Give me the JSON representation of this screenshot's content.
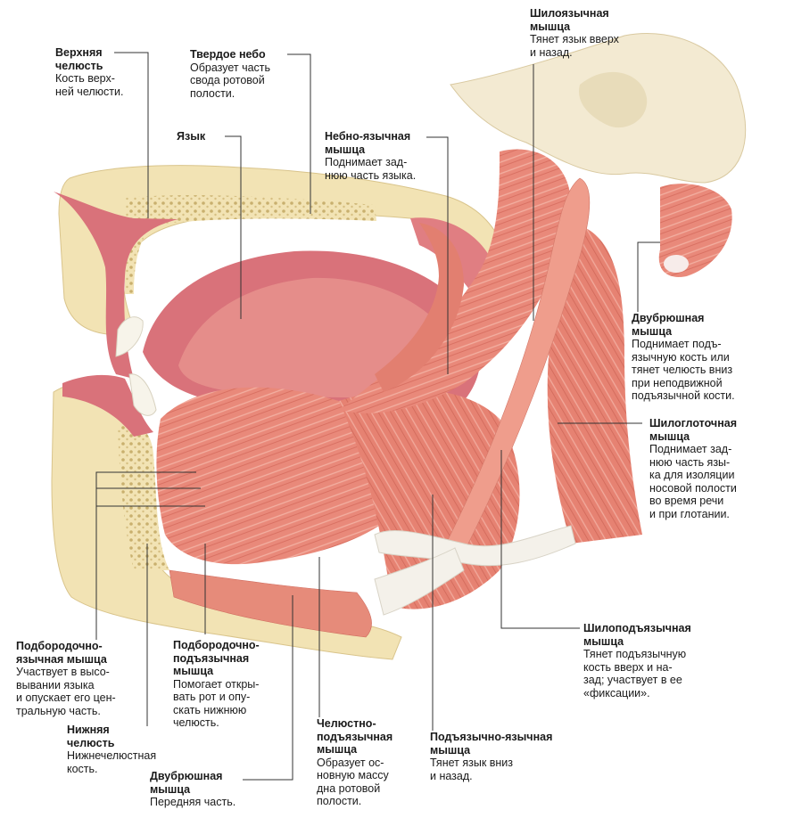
{
  "colors": {
    "muscle": "#e9897a",
    "muscle_dark": "#cf5f52",
    "bone_cream": "#f2e3b4",
    "bone_spongy": "#dcc98f",
    "mucosa": "#d9727a",
    "cartilage": "#f3ecd8",
    "leader": "#333333"
  },
  "labels": {
    "upper_jaw": {
      "title": "Верхняя\nчелюсть",
      "desc": "Кость верх-\nней челюсти."
    },
    "hard_palate": {
      "title": "Твердое небо",
      "desc": "Образует часть\nсвода ротовой\nполости."
    },
    "tongue": {
      "title": "Язык"
    },
    "palatoglossus": {
      "title": "Небно-язычная\nмышца",
      "desc": "Поднимает зад-\nнюю часть языка."
    },
    "styloglossus": {
      "title": "Шилоязычная\nмышца",
      "desc": "Тянет язык вверх\nи назад."
    },
    "digastric_post": {
      "title": "Двубрюшная\nмышца",
      "desc": "Поднимает подъ-\nязычную кость или\nтянет челюсть вниз\nпри неподвижной\nподъязычной кости."
    },
    "stylopharyngeus": {
      "title": "Шилоглоточная\nмышца",
      "desc": "Поднимает зад-\nнюю часть язы-\nка для изоляции\nносовой полости\nво время речи\nи при глотании."
    },
    "stylohyoid": {
      "title": "Шилоподъязычная\nмышца",
      "desc": "Тянет подъязычную\nкость вверх и на-\nзад; участвует в ее\n«фиксации»."
    },
    "hyoglossus": {
      "title": "Подъязычно-язычная\nмышца",
      "desc": "Тянет язык вниз\nи назад."
    },
    "mylohyoid": {
      "title": "Челюстно-\nподъязычная\nмышца",
      "desc": "Образует ос-\nновную массу\nдна ротовой\nполости."
    },
    "digastric_ant": {
      "title": "Двубрюшная\nмышца",
      "desc": "Передняя часть."
    },
    "geniohyoid": {
      "title": "Подбородочно-\nподъязычная\nмышца",
      "desc": "Помогает откры-\nвать рот и опу-\nскать нижнюю\nчелюсть."
    },
    "genioglossus": {
      "title": "Подбородочно-\nязычная мышца",
      "desc": "Участвует в высо-\nвывании языка\nи опускает его цен-\nтральную часть."
    },
    "mandible": {
      "title": "Нижняя\nчелюсть",
      "desc": "Нижнечелюстная\nкость."
    }
  }
}
